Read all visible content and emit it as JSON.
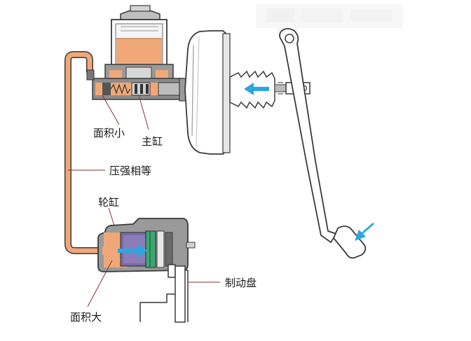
{
  "labels": {
    "small_area": "面积小",
    "master_cylinder": "主缸",
    "equal_pressure": "压强相等",
    "wheel_cylinder": "轮缸",
    "large_area": "面积大",
    "brake_disc": "制动盘"
  },
  "colors": {
    "fluid": "#f0a878",
    "fluid_light": "#fbd6bb",
    "piston": "#7a6aa8",
    "seal": "#3aa870",
    "arrow": "#2aa6e0",
    "body_gray": "#9a9a9a",
    "outline": "#3a3a3a",
    "leader": "#8a3030"
  },
  "icons": {
    "flow_arrow": "arrow-right-icon",
    "pedal_force": "arrow-down-left-icon"
  }
}
